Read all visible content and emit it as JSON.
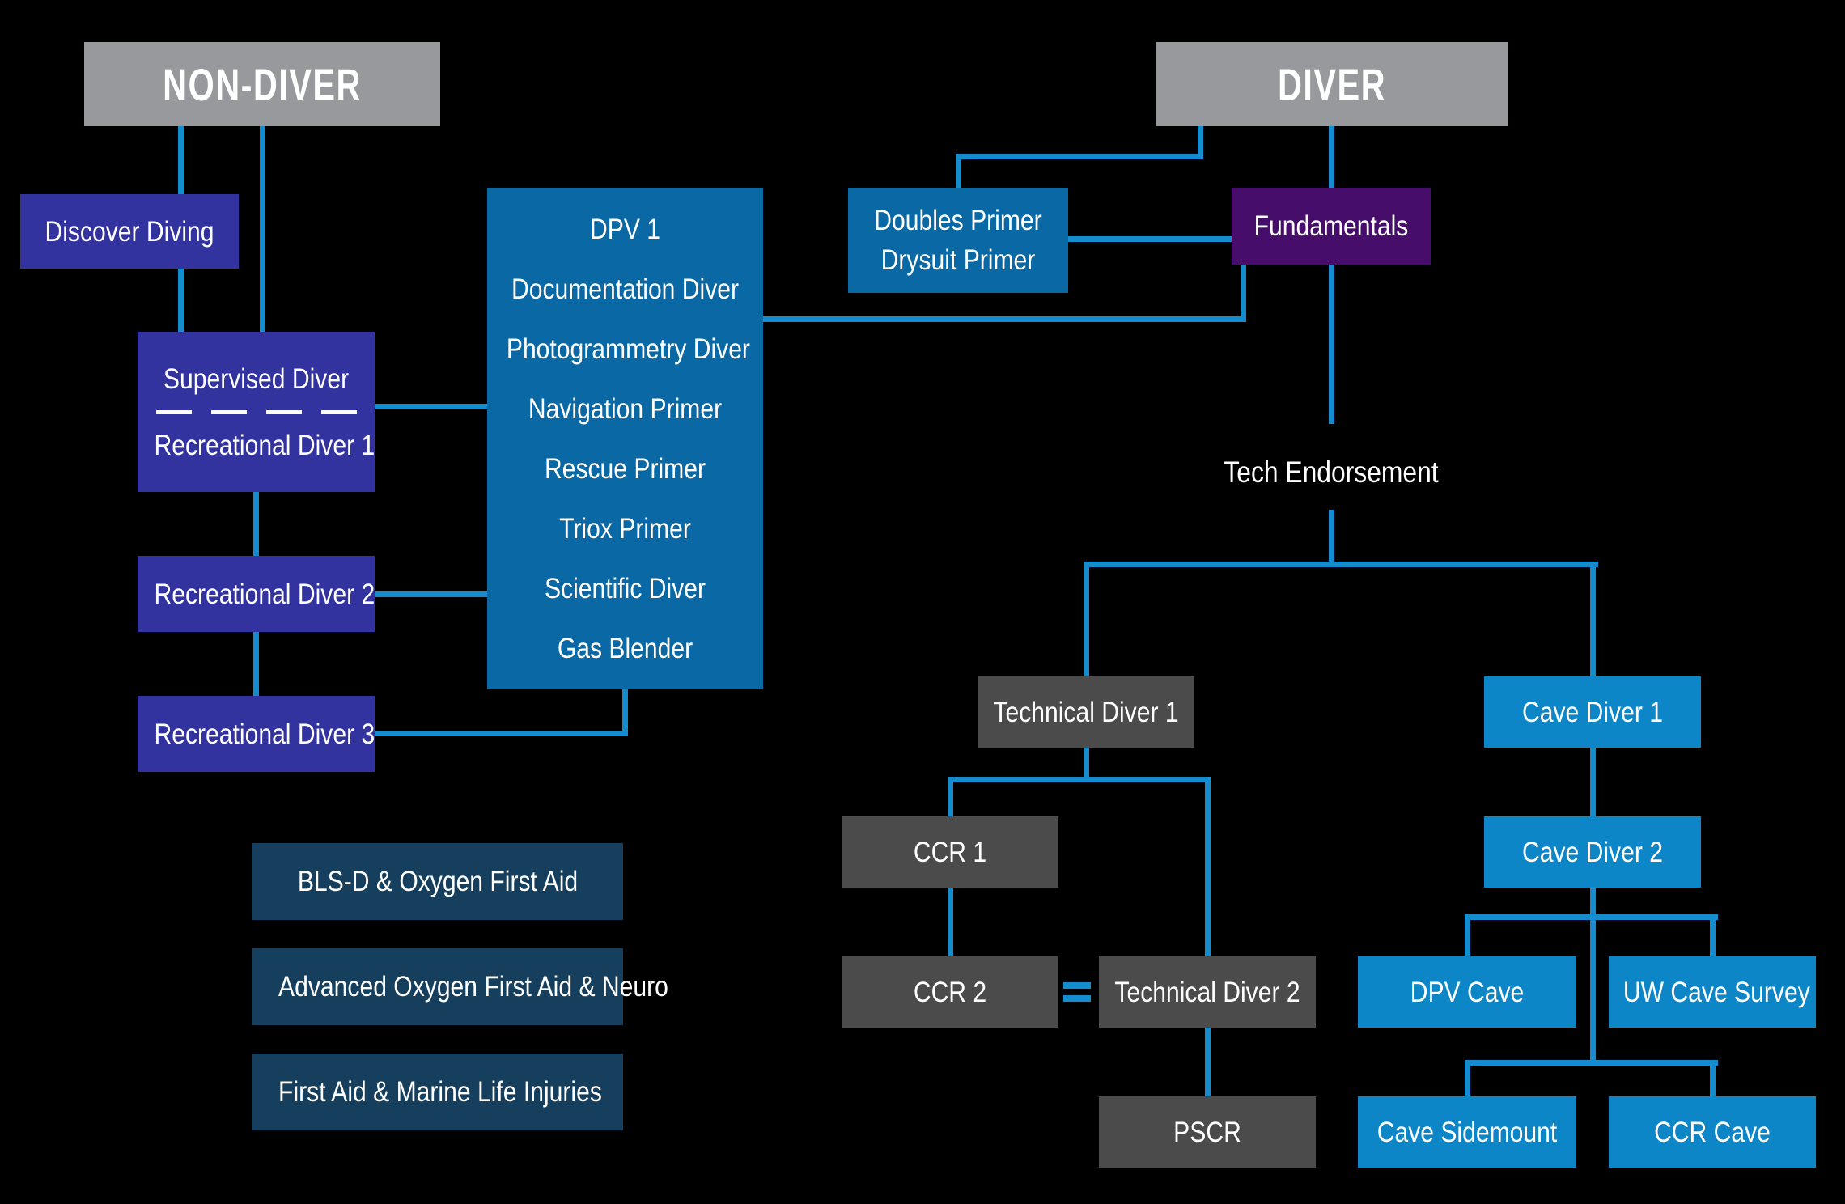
{
  "colors": {
    "background": "#000000",
    "header_gray": "#97999c",
    "indigo": "#32339e",
    "deep_blue": "#0a68a4",
    "bright_blue": "#0d86c8",
    "purple": "#460d6b",
    "dark_gray": "#4b4b4b",
    "navy": "#153f5d",
    "line_blue": "#148ccd",
    "text_white": "#ffffff"
  },
  "headers": {
    "non_diver": "NON-DIVER",
    "diver": "DIVER"
  },
  "recreational_track": {
    "discover_diving": "Discover Diving",
    "supervised_diver": "Supervised Diver",
    "recreational_diver_1": "Recreational Diver 1",
    "recreational_diver_2": "Recreational Diver 2",
    "recreational_diver_3": "Recreational Diver 3",
    "specialties": [
      "DPV 1",
      "Documentation Diver",
      "Photogrammetry Diver",
      "Navigation Primer",
      "Rescue Primer",
      "Triox Primer",
      "Scientific Diver",
      "Gas Blender"
    ]
  },
  "first_aid_track": {
    "bls_d_oxygen": "BLS-D & Oxygen First Aid",
    "advanced_oxygen": "Advanced Oxygen First Aid & Neuro",
    "first_aid_marine": "First Aid & Marine Life Injuries"
  },
  "technical_track": {
    "doubles_primer": "Doubles Primer",
    "drysuit_primer": "Drysuit Primer",
    "fundamentals": "Fundamentals",
    "tech_endorsement": "Tech Endorsement",
    "technical_diver_1": "Technical Diver 1",
    "ccr_1": "CCR 1",
    "ccr_2": "CCR 2",
    "technical_diver_2": "Technical Diver 2",
    "pscr": "PSCR",
    "equals_icon": "="
  },
  "cave_track": {
    "cave_diver_1": "Cave Diver 1",
    "cave_diver_2": "Cave Diver 2",
    "dpv_cave": "DPV Cave",
    "uw_cave_survey": "UW Cave Survey",
    "cave_sidemount": "Cave Sidemount",
    "ccr_cave": "CCR Cave"
  }
}
